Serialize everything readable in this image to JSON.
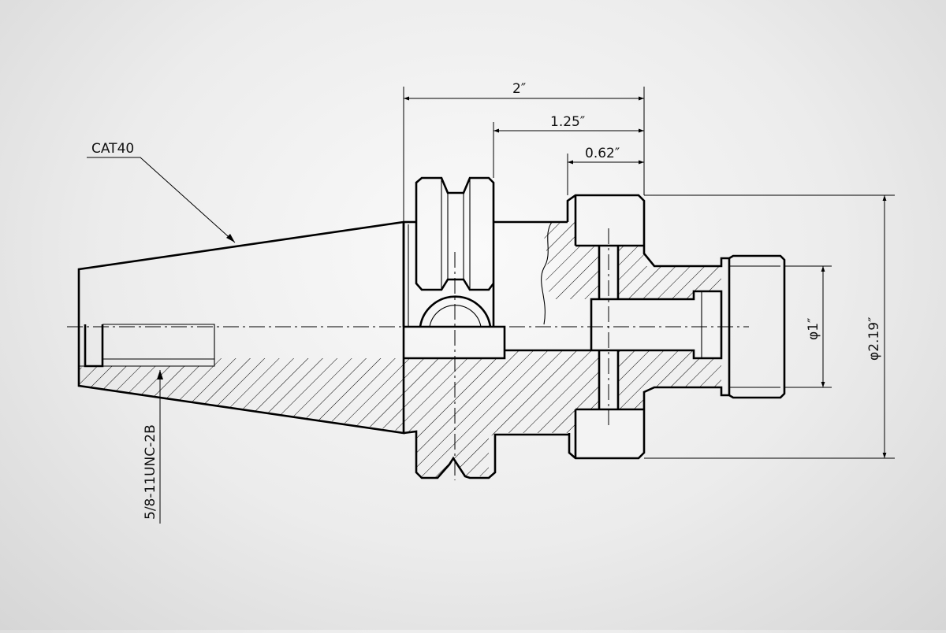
{
  "labels": {
    "taper": "CAT40",
    "thread": "5/8-11UNC-2B"
  },
  "dimensions": {
    "overall_length": "2″",
    "mid_length": "1.25″",
    "short_length": "0.62″",
    "bore_diameter": "φ1″",
    "outer_diameter": "φ2.19″"
  }
}
